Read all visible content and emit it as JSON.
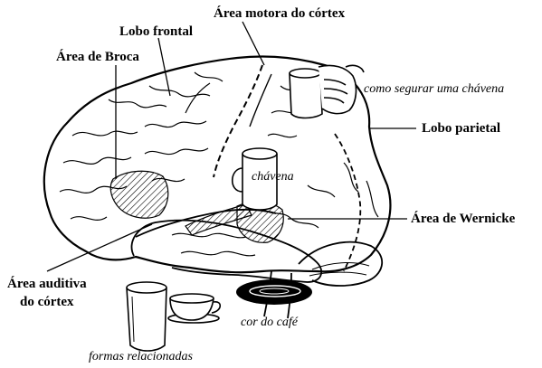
{
  "labels": {
    "motor_area": "Área motora do córtex",
    "frontal_lobe": "Lobo frontal",
    "broca_area": "Área de Broca",
    "how_to_hold_cup": "como segurar uma chávena",
    "parietal_lobe": "Lobo parietal",
    "cup": "chávena",
    "wernicke_area": "Área de Wernicke",
    "auditory_area_line1": "Área auditiva",
    "auditory_area_line2": "do córtex",
    "coffee_color": "cor do café",
    "related_shapes": "formas relacionadas"
  },
  "colors": {
    "ink": "#000000",
    "paper": "#ffffff"
  }
}
